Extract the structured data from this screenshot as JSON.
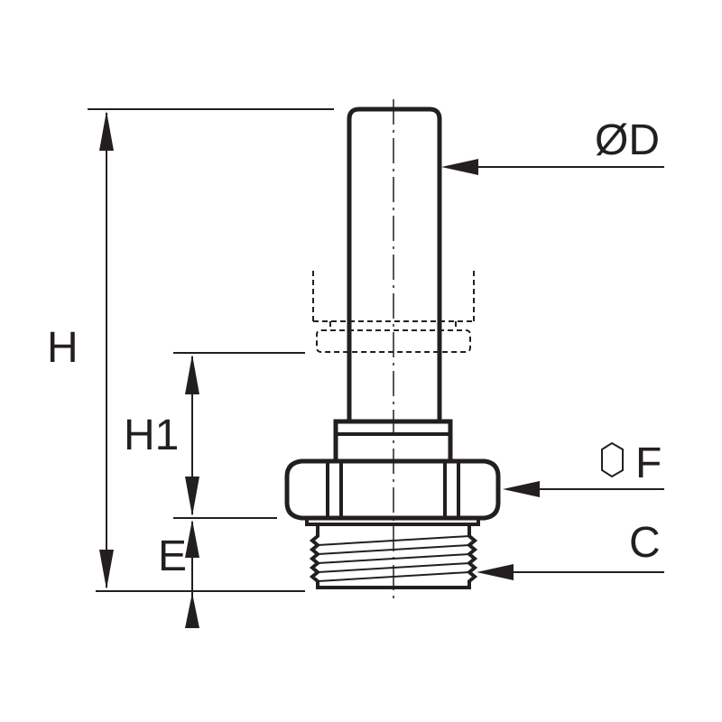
{
  "diagram": {
    "labels": {
      "h": "H",
      "h1": "H1",
      "e": "E",
      "od": "ØD",
      "f": "F",
      "c": "C"
    },
    "colors": {
      "ink": "#231f20",
      "background": "#ffffff"
    },
    "icons": {
      "hexagon": "hexagon-icon"
    }
  }
}
